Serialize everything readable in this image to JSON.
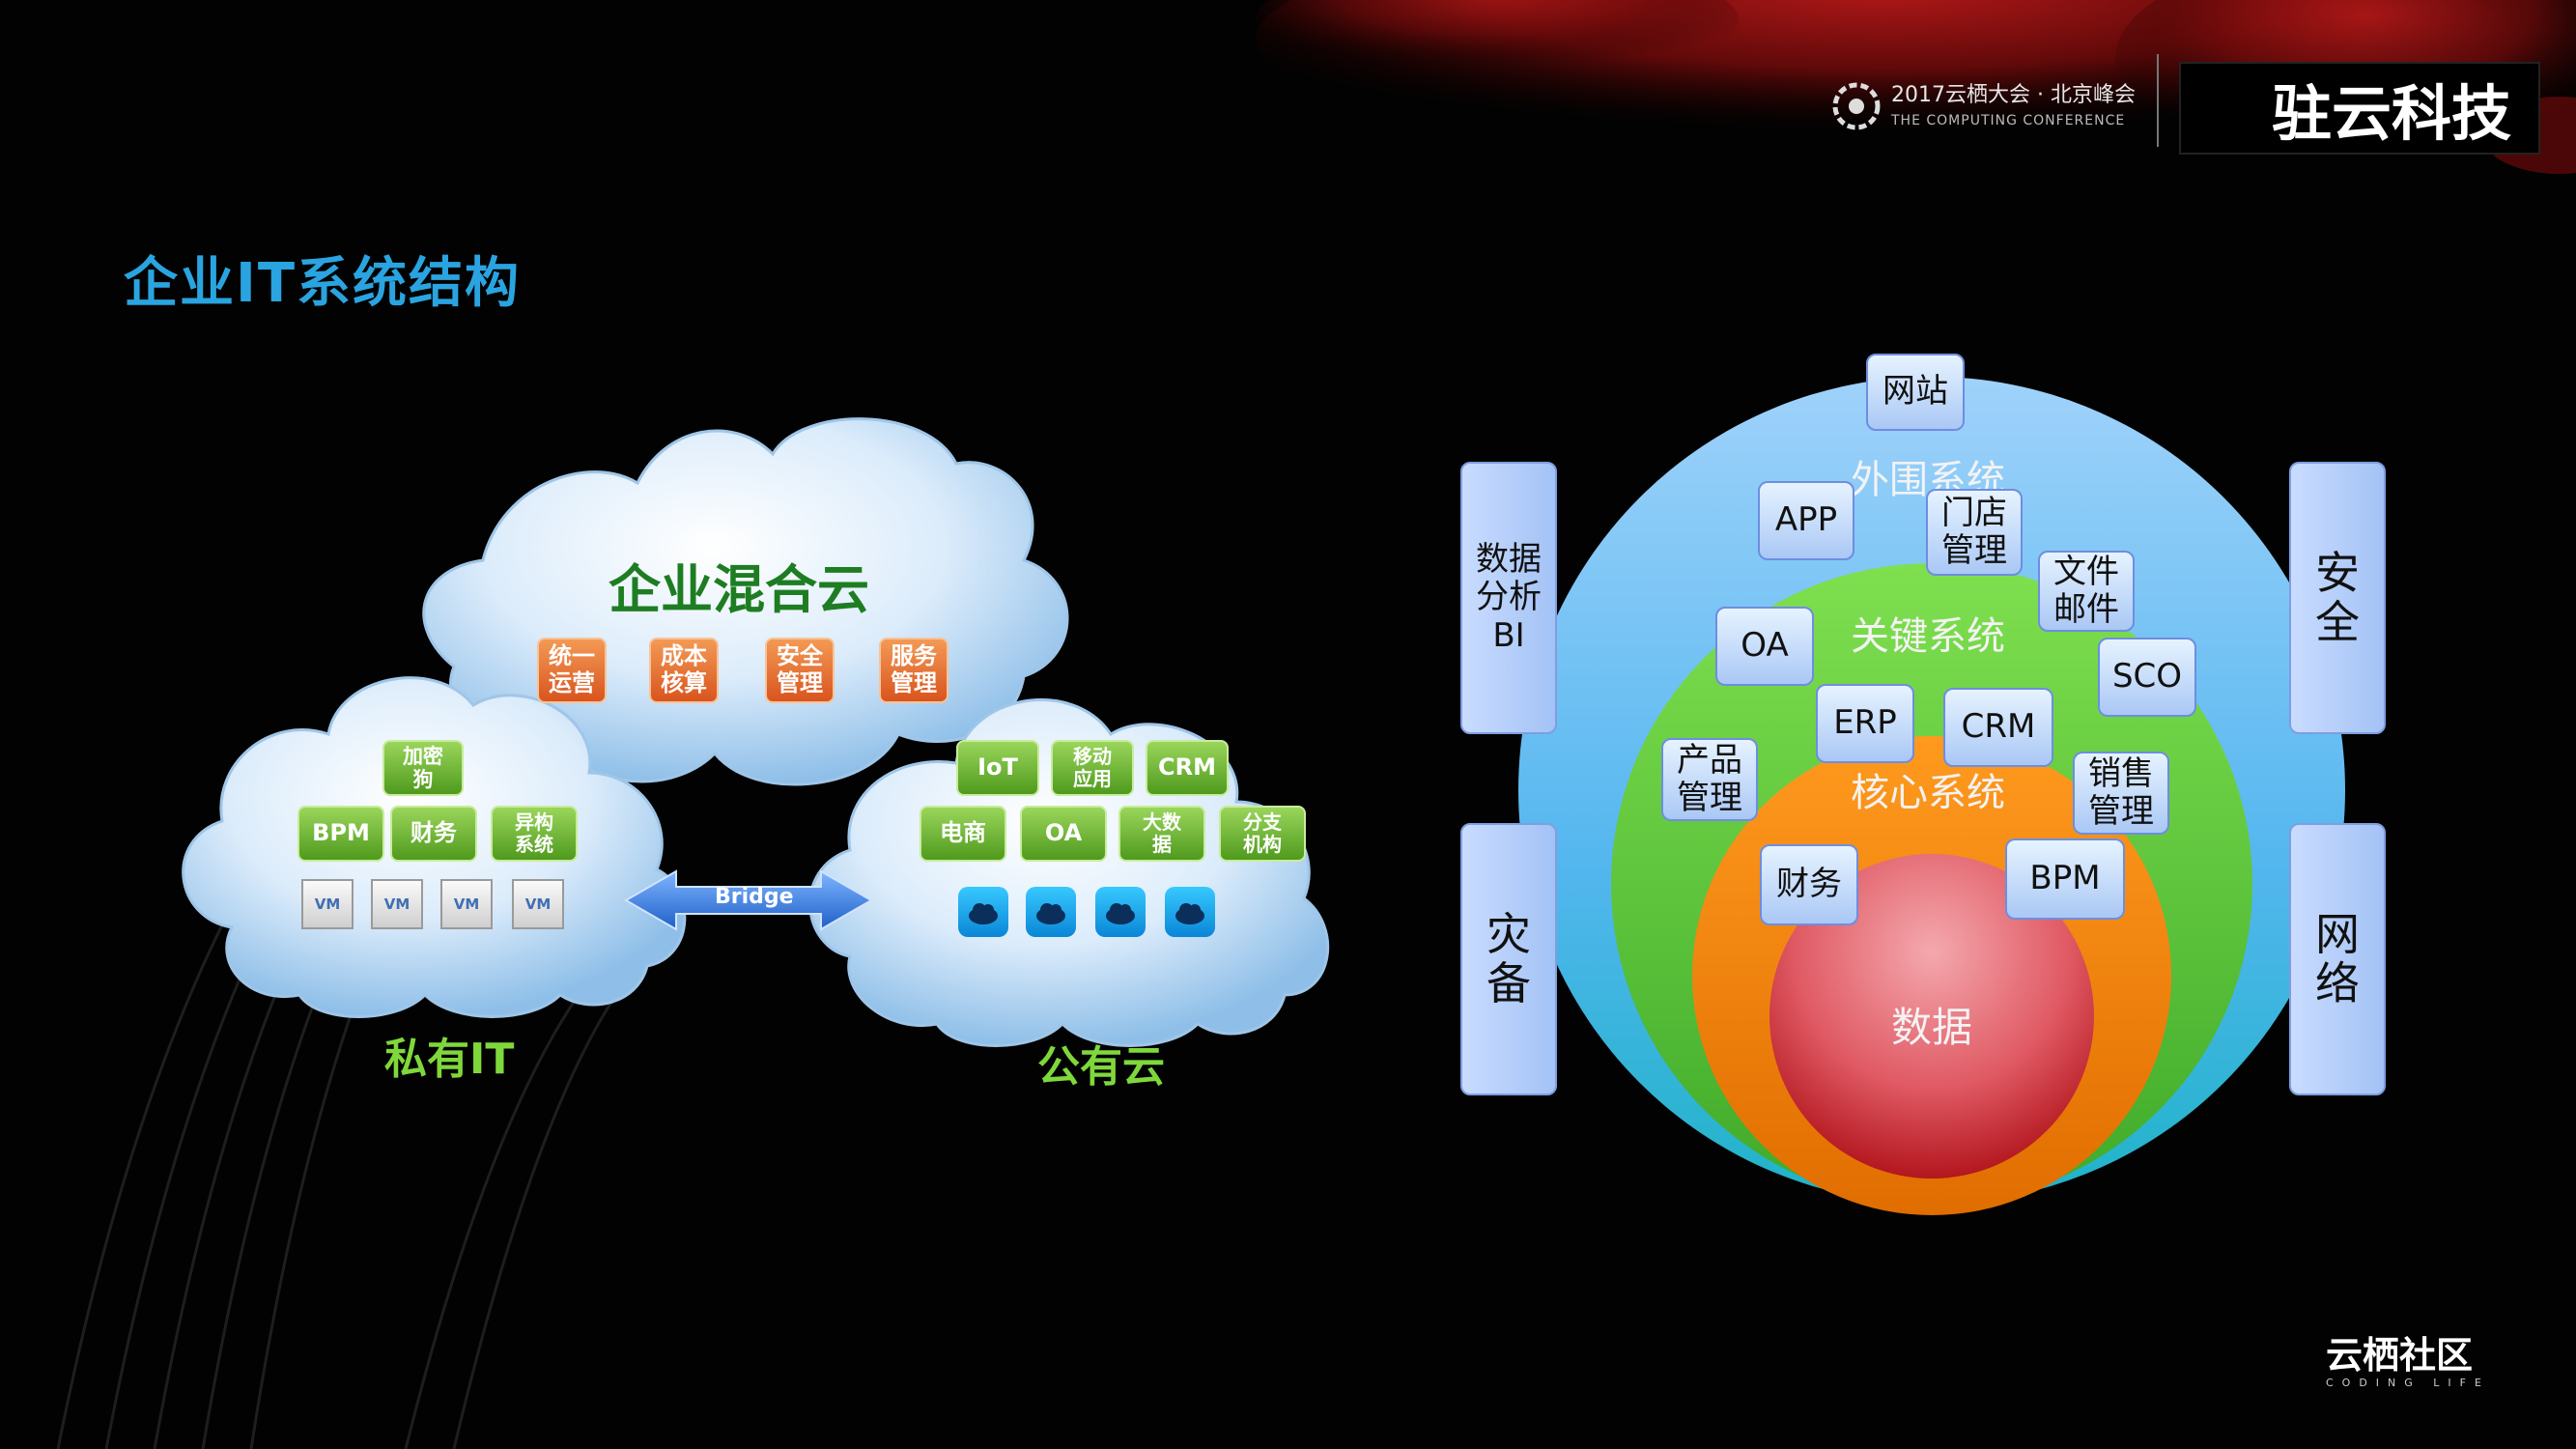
{
  "header": {
    "conference_line1": "2017云栖大会 · 北京峰会",
    "conference_line2": "THE COMPUTING CONFERENCE",
    "brand": "驻云科技"
  },
  "slide_title": "企业IT系统结构",
  "hybrid_cloud": {
    "title": "企业混合云",
    "items": [
      "统一\n运营",
      "成本\n核算",
      "安全\n管理",
      "服务\n管理"
    ]
  },
  "private_it": {
    "caption": "私有IT",
    "row1": [
      "加密\n狗"
    ],
    "row2": [
      "BPM",
      "财务",
      "异构\n系统"
    ],
    "vms": [
      "VM",
      "VM",
      "VM",
      "VM"
    ]
  },
  "bridge_label": "Bridge",
  "public_cloud": {
    "caption": "公有云",
    "row1": [
      "IoT",
      "移动\n应用",
      "CRM"
    ],
    "row2": [
      "电商",
      "OA",
      "大数\n据",
      "分支\n机构"
    ]
  },
  "layers": {
    "outer": "外围系统",
    "key": "关键系统",
    "core": "核心系统",
    "data": "数据"
  },
  "pills": {
    "website": "网站",
    "app": "APP",
    "store": "门店\n管理",
    "file_mail": "文件\n邮件",
    "oa": "OA",
    "sco": "SCO",
    "erp": "ERP",
    "crm": "CRM",
    "product": "产品\n管理",
    "sales": "销售\n管理",
    "finance": "财务",
    "bpm": "BPM"
  },
  "sides": {
    "bi": "数据\n分析\nBI",
    "security": "安\n全",
    "dr": "灾\n备",
    "network": "网\n络"
  },
  "footer": {
    "community": "云栖社区",
    "community_sub": "CODING LIFE"
  }
}
